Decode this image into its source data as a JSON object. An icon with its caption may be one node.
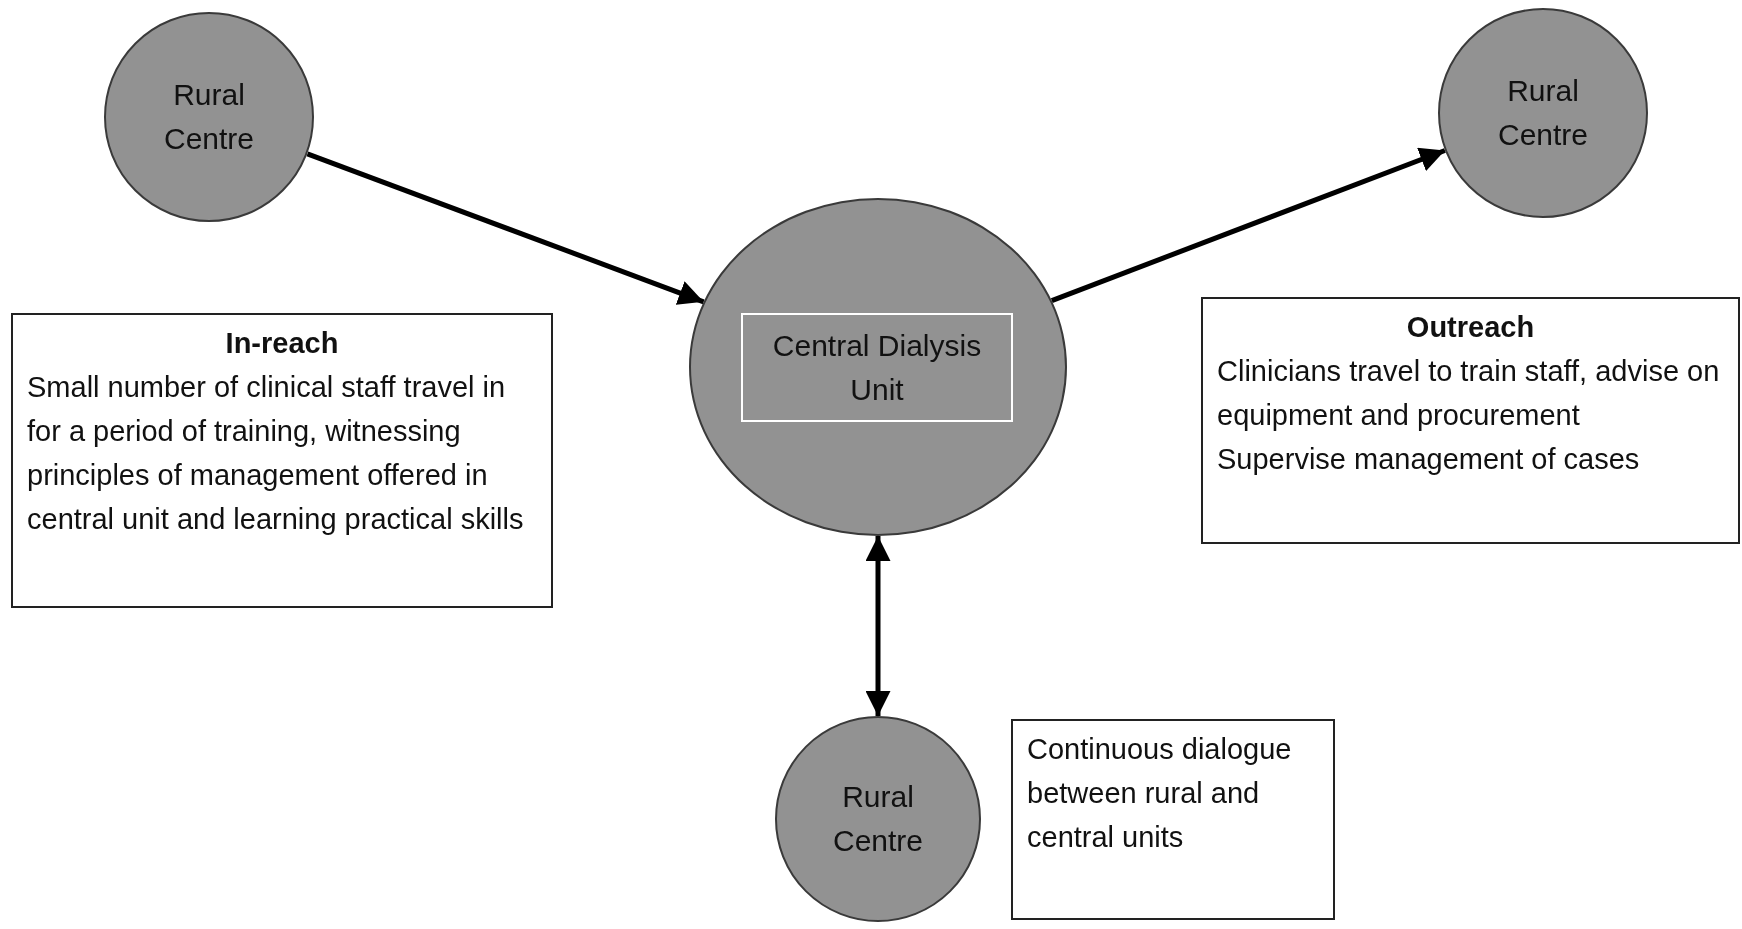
{
  "diagram": {
    "nodes": [
      {
        "text": [
          "Rural Centre"
        ]
      },
      {
        "text": [],
        "shape": "circle"
      },
      {
        "text": [
          "Central Dialysis Unit"
        ],
        "in": 1
      },
      {
        "text": [
          "Rural Centre"
        ]
      },
      {
        "text": [
          "Rural Centre"
        ]
      },
      {
        "text": [
          "In-reach",
          "Small number of clinical staff travel in for a period of training, witnessing principles of management offered in central unit and learning practical skills"
        ]
      },
      {
        "text": [
          "Outreach",
          "Clinicians travel to train staff, advise on equipment and procurement",
          "Supervise management of cases"
        ]
      },
      {
        "text": [
          "Continuous dialogue between rural and central units"
        ]
      }
    ],
    "edges": [
      {
        "from": 0,
        "to": 1,
        "arrow": "to"
      },
      {
        "from": 1,
        "to": 3,
        "arrow": "to"
      },
      {
        "from": 1,
        "to": 4,
        "arrow": "both"
      }
    ]
  }
}
